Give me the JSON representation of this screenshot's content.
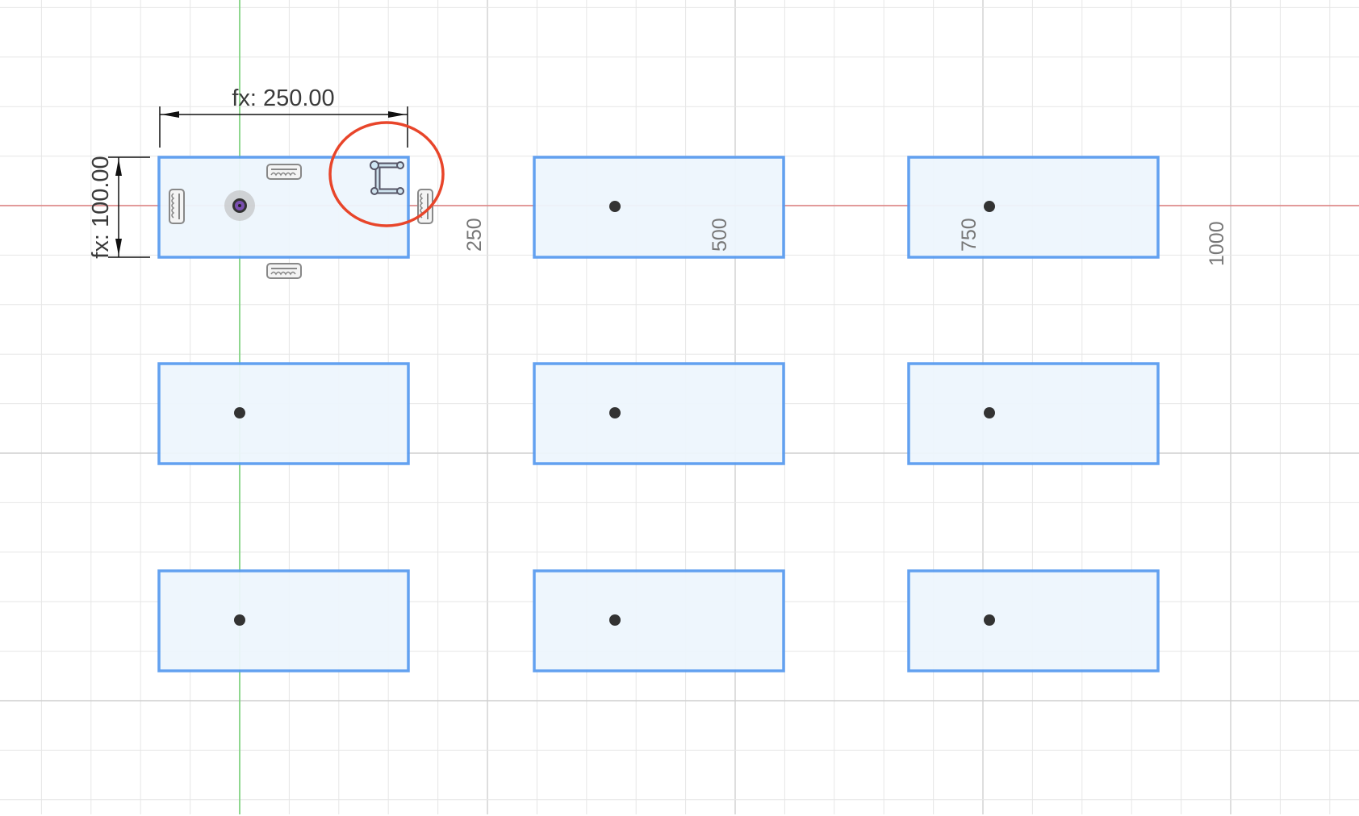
{
  "canvas": {
    "axis_labels": [
      "250",
      "500",
      "750",
      "1000"
    ],
    "dimensions": {
      "width_label": "fx: 250.00",
      "height_label": "fx: 100.00"
    },
    "rectangles": {
      "rows": 3,
      "columns": 3
    },
    "colors": {
      "x_axis": "#e08080",
      "y_axis": "#70d070",
      "rect_stroke": "#5a9cf0",
      "rect_fill": "#eef6fd",
      "highlight_circle": "#e8452a"
    },
    "icons": [
      "horizontal-constraint-icon",
      "vertical-constraint-icon",
      "fix-constraint-icon",
      "origin-point-icon"
    ]
  }
}
